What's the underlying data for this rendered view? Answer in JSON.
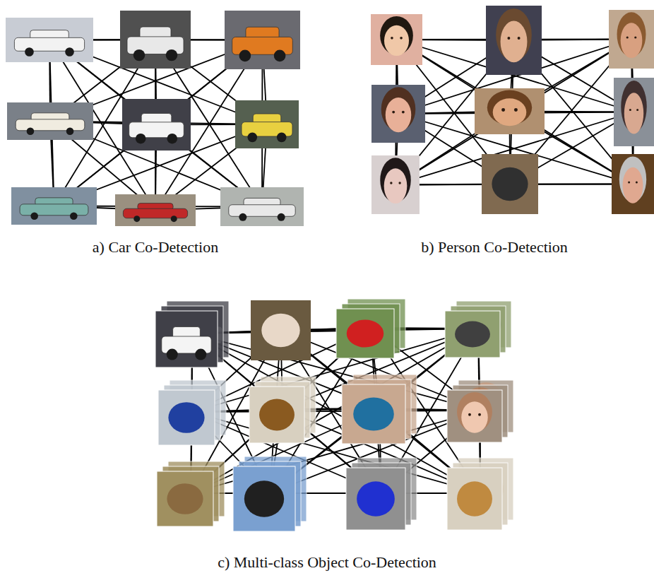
{
  "diagram": {
    "labels": [
      "a) Car Co-Detection",
      "b) Person Co-Detection",
      "c) Multi-class Object Co-Detection"
    ]
  }
}
